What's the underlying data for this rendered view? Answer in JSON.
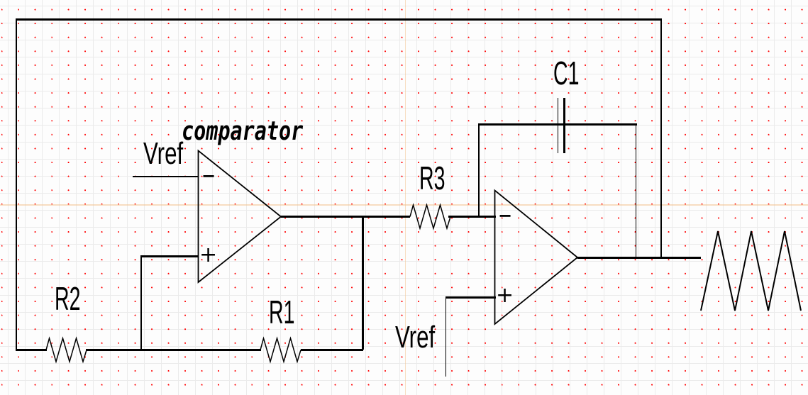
{
  "schematic": {
    "type": "triangle-wave-generator-circuit",
    "colors": {
      "wire": "#000000",
      "grid_line": "#ebebeb",
      "grid_dot": "#ff0000",
      "axis_line": "#f2c28f",
      "canvas": "#fdfdfd"
    },
    "annotation": {
      "comparator": "comparator"
    },
    "labels": {
      "vref_left": "Vref",
      "vref_right": "Vref",
      "r1": "R1",
      "r2": "R2",
      "r3": "R3",
      "c1": "C1"
    },
    "opamp_ports": {
      "minus": "−",
      "plus": "+"
    },
    "components": [
      {
        "ref": "",
        "type": "op-amp",
        "annotation": "comparator",
        "inputs": [
          "−",
          "+"
        ]
      },
      {
        "ref": "",
        "type": "op-amp",
        "annotation": "",
        "inputs": [
          "−",
          "+"
        ]
      },
      {
        "ref": "R1",
        "type": "resistor"
      },
      {
        "ref": "R2",
        "type": "resistor"
      },
      {
        "ref": "R3",
        "type": "resistor"
      },
      {
        "ref": "C1",
        "type": "capacitor"
      },
      {
        "ref": "Vref",
        "type": "reference-voltage-input"
      },
      {
        "ref": "Vref",
        "type": "reference-voltage-input"
      },
      {
        "type": "triangle-wave-output-symbol"
      }
    ]
  }
}
